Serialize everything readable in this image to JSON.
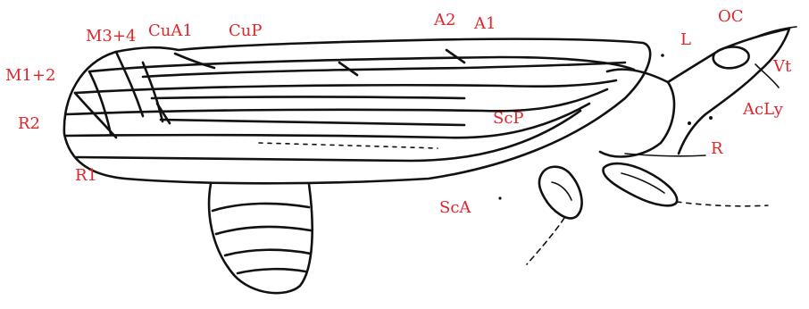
{
  "labels": {
    "m34": "M3+4",
    "cua1": "CuA1",
    "cup": "CuP",
    "a2": "A2",
    "a1": "A1",
    "l": "L",
    "oc": "OC",
    "m12": "M1+2",
    "vt": "Vt",
    "aclty": "AcLy",
    "scp": "ScP",
    "r2": "R2",
    "r": "R",
    "r1": "R1",
    "sca": "ScA"
  },
  "colors": {
    "label": "#e0252b",
    "ink": "#111111",
    "background": "#ffffff"
  }
}
